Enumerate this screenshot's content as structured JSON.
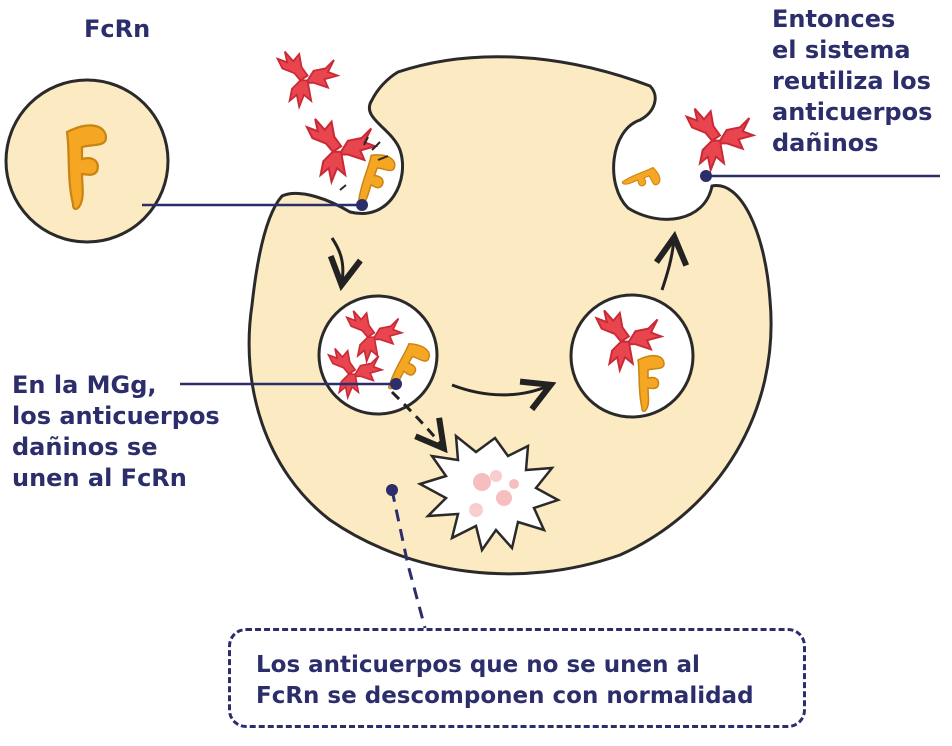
{
  "labels": {
    "fcrn": "FcRn",
    "recycle_lines": [
      "Entonces",
      "el sistema",
      "reutiliza los",
      "anticuerpos",
      "dañinos"
    ],
    "binding_lines": [
      "En la MGg,",
      "los anticuerpos",
      "dañinos se",
      "unen al FcRn"
    ],
    "breakdown_lines": [
      "Los anticuerpos que no se unen al",
      "FcRn se descomponen con normalidad"
    ]
  },
  "icons": {
    "receptor": "fcrn-receptor-icon",
    "antibody": "antibody-icon",
    "breakdown": "breakdown-burst-icon"
  },
  "colors": {
    "cell_fill": "#fcebc2",
    "cell_stroke": "#2a2a2a",
    "receptor": "#f5a623",
    "antibody": "#e8454f",
    "text": "#2b2e6b"
  }
}
